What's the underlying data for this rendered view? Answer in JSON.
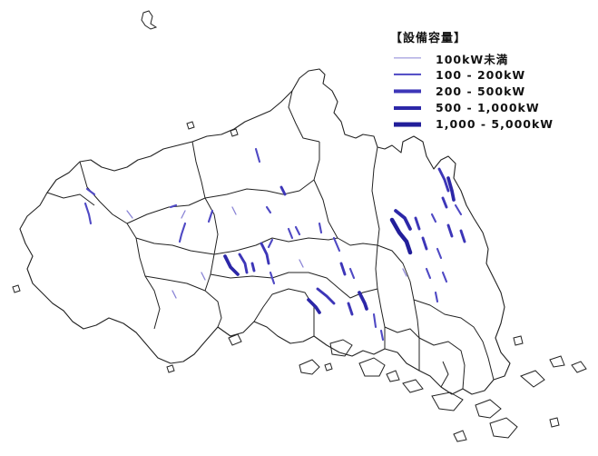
{
  "legend": {
    "title": "【設備容量】",
    "items": [
      {
        "label": "100kW未満",
        "color": "#8a84d6",
        "thickness": 1
      },
      {
        "label": "100 - 200kW",
        "color": "#4f49c4",
        "thickness": 2
      },
      {
        "label": "200 - 500kW",
        "color": "#3d36b8",
        "thickness": 3
      },
      {
        "label": "500 - 1,000kW",
        "color": "#2c27a8",
        "thickness": 4
      },
      {
        "label": "1,000 - 5,000kW",
        "color": "#221e9a",
        "thickness": 5
      }
    ]
  },
  "colors": {
    "boundary": "#222222",
    "background": "#ffffff"
  }
}
